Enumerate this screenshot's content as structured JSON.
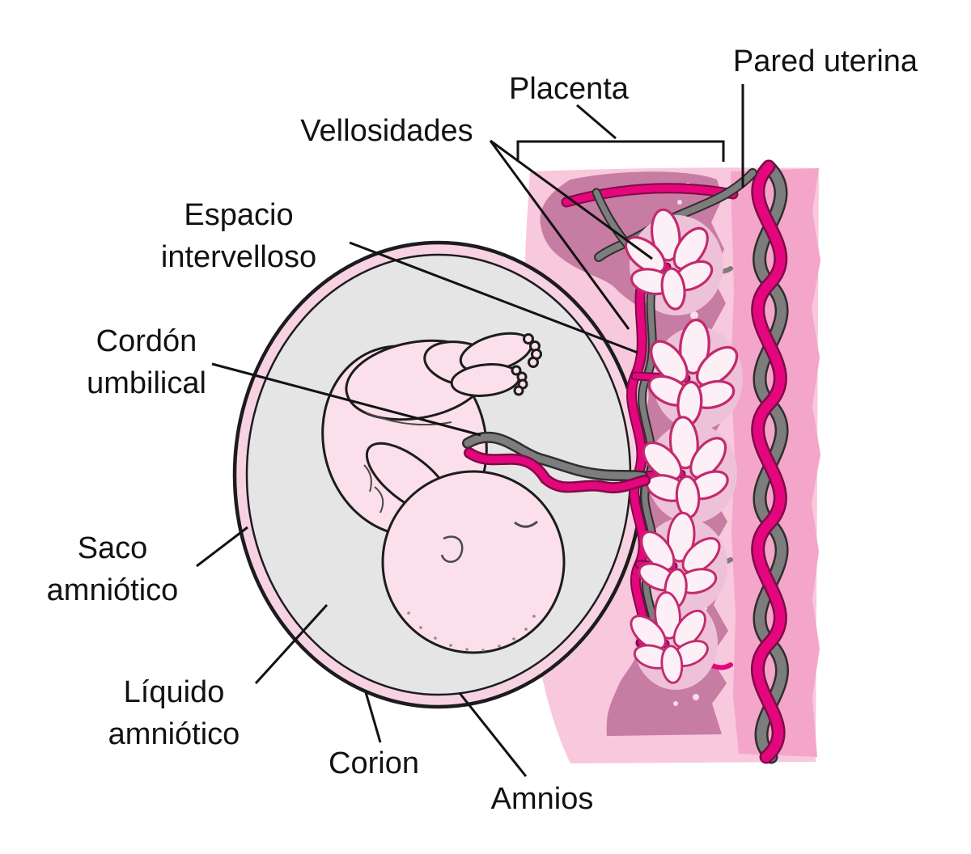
{
  "labels": {
    "pared_uterina": "Pared uterina",
    "placenta": "Placenta",
    "vellosidades": "Vellosidades",
    "espacio_intervelloso": "Espacio intervelloso",
    "cordon_umbilical": "Cordón umbilical",
    "saco_amniotico": "Saco amniótico",
    "liquido_amniotico": "Líquido amniótico",
    "corion": "Corion",
    "amnios": "Amnios"
  },
  "colors": {
    "background": "#ffffff",
    "light_pink": "#f8c8dc",
    "mauve": "#c77ca3",
    "band_pink": "#f4a6ca",
    "magenta": "#e5067e",
    "magenta_dark": "#7c0c48",
    "vessel_gray": "#7d7d7d",
    "vessel_gray_dark": "#2e2e2e",
    "sac_rim_pink": "#f7d2e2",
    "sac_gray": "#e5e5e5",
    "outline": "#1c1c1c",
    "fetus_pink": "#fbdfeb",
    "villus_fill": "#fdeff6",
    "villus_stroke": "#c22a6e",
    "pocket_pink": "#edc2d8",
    "fleck": "#f8dcea",
    "label_text": "#121212"
  }
}
